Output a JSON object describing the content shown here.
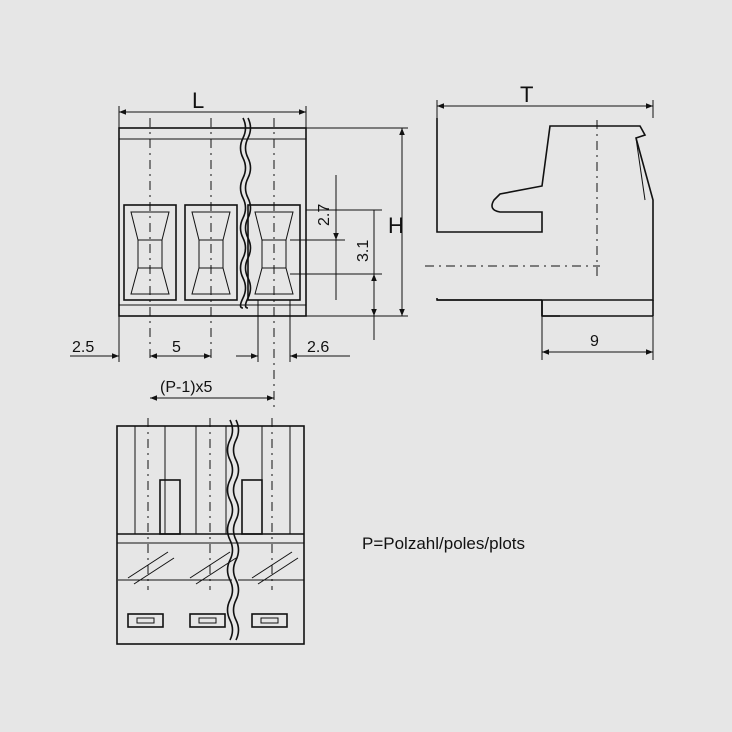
{
  "dimensions": {
    "length": "L",
    "thickness": "T",
    "height": "H",
    "dim_2_7": "2.7",
    "dim_3_1": "3.1",
    "dim_2_5": "2.5",
    "dim_5": "5",
    "dim_2_6": "2.6",
    "dim_pitch_formula": "(P-1)x5",
    "dim_9": "9"
  },
  "legend": {
    "text": "P=Polzahl/poles/plots"
  },
  "colors": {
    "background": "#e6e6e6",
    "ink": "#111111"
  }
}
